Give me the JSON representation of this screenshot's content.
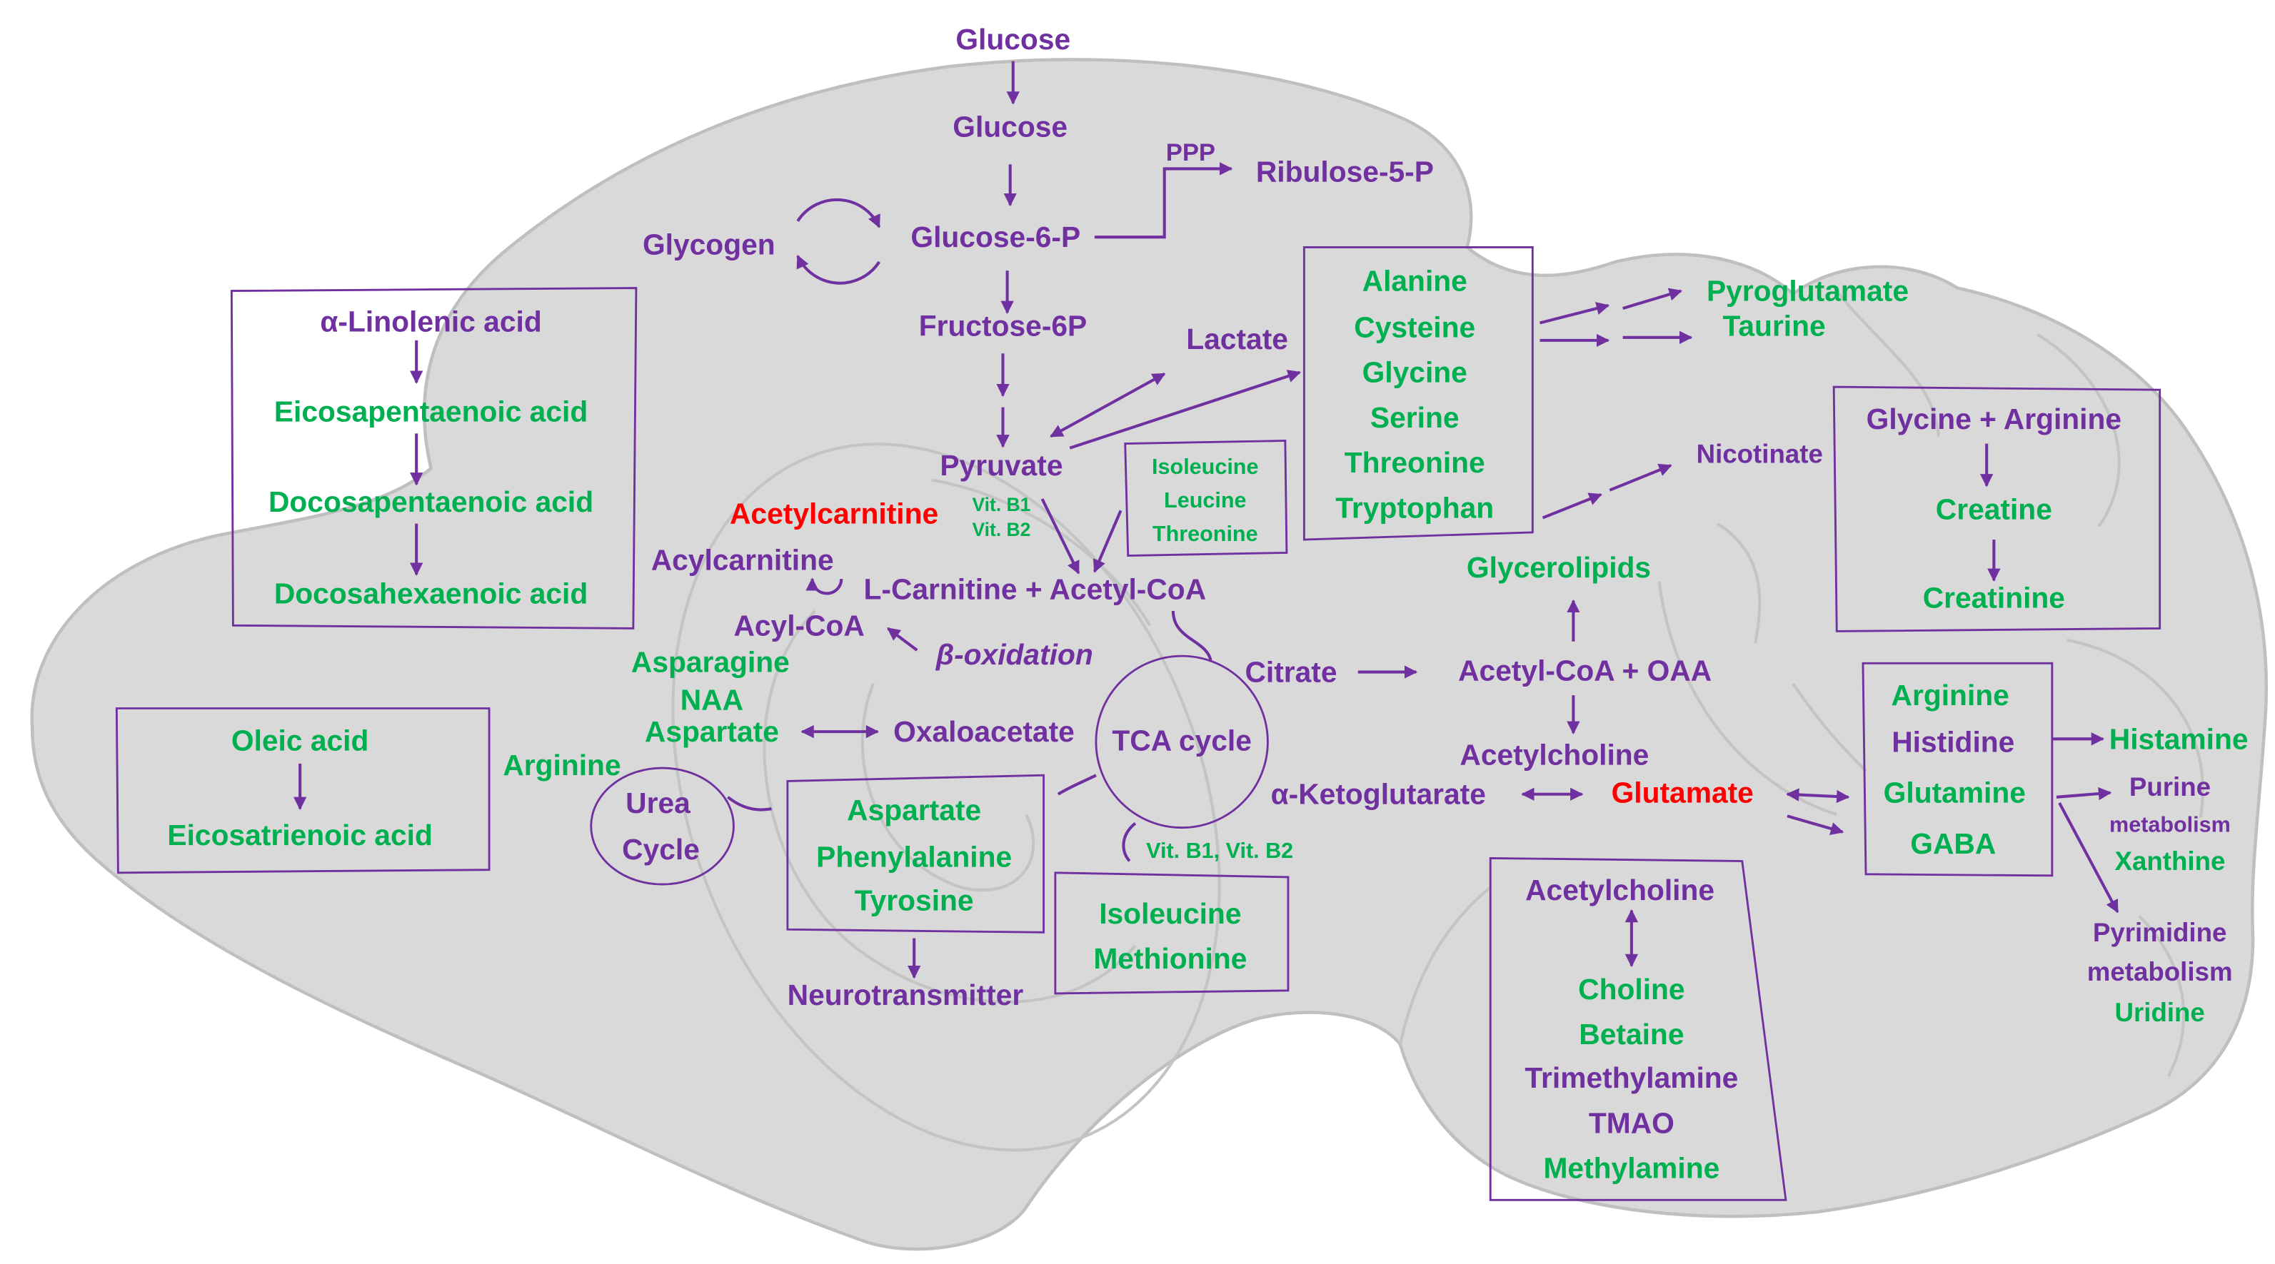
{
  "colors": {
    "purple": "#7030A0",
    "green": "#00B050",
    "red": "#FF0000",
    "brain_fill": "#D9D9D9",
    "brain_outline": "#BFBFBF",
    "brain_inner_lines": "#C4C4C4"
  },
  "glycolysis": {
    "glucose_outer": "Glucose",
    "glucose_inner": "Glucose",
    "glucose_6p": "Glucose-6-P",
    "glycogen": "Glycogen",
    "ppp": "PPP",
    "ribulose_5p": "Ribulose-5-P",
    "fructose_6p": "Fructose-6P",
    "pyruvate": "Pyruvate",
    "lactate": "Lactate",
    "vit_b1": "Vit. B1",
    "vit_b2": "Vit. B2"
  },
  "omega3_box": {
    "items": [
      "α-Linolenic acid",
      "Eicosapentaenoic acid",
      "Docosapentaenoic acid",
      "Docosahexaenoic acid"
    ]
  },
  "oleic_box": {
    "items": [
      "Oleic acid",
      "Eicosatrienoic acid"
    ]
  },
  "carnitine": {
    "acetylcarnitine": "Acetylcarnitine",
    "acylcarnitine": "Acylcarnitine",
    "l_carnitine_acetyl_coa": "L-Carnitine + Acetyl-CoA",
    "acyl_coa": "Acyl-CoA",
    "beta_oxidation": "β-oxidation"
  },
  "bcaa_box": {
    "items": [
      "Isoleucine",
      "Leucine",
      "Threonine"
    ]
  },
  "aspartate_area": {
    "asparagine": "Asparagine",
    "naa": "NAA",
    "aspartate": "Aspartate",
    "oxaloacetate": "Oxaloacetate",
    "arginine": "Arginine",
    "urea": "Urea",
    "cycle": "Cycle"
  },
  "aromatic_box": {
    "items": [
      "Aspartate",
      "Phenylalanine",
      "Tyrosine"
    ]
  },
  "neurotransmitter": "Neurotransmitter",
  "tca": {
    "label": "TCA cycle",
    "citrate": "Citrate",
    "acetyl_coa_oaa": "Acetyl-CoA + OAA",
    "glycerolipids": "Glycerolipids",
    "acetylcholine": "Acetylcholine",
    "alpha_ketoglutarate": "α-Ketoglutarate",
    "glutamate": "Glutamate",
    "vitamins": "Vit. B1, Vit. B2"
  },
  "ile_met_box": {
    "items": [
      "Isoleucine",
      "Methionine"
    ]
  },
  "amino_acid_box": {
    "items": [
      "Alanine",
      "Cysteine",
      "Glycine",
      "Serine",
      "Threonine",
      "Tryptophan"
    ]
  },
  "amino_acid_products": {
    "pyroglutamate": "Pyroglutamate",
    "taurine": "Taurine",
    "nicotinate": "Nicotinate"
  },
  "creatine_box": {
    "items": [
      "Glycine + Arginine",
      "Creatine",
      "Creatinine"
    ]
  },
  "glutamate_box": {
    "items": [
      "Arginine",
      "Histidine",
      "Glutamine",
      "GABA"
    ]
  },
  "downstream": {
    "histamine": "Histamine",
    "purine": "Purine",
    "purine_metabolism": "metabolism",
    "xanthine": "Xanthine",
    "pyrimidine": "Pyrimidine",
    "pyrimidine_metabolism": "metabolism",
    "uridine": "Uridine"
  },
  "choline_box": {
    "items": [
      "Acetylcholine",
      "Choline",
      "Betaine",
      "Trimethylamine",
      "TMAO",
      "Methylamine"
    ]
  }
}
